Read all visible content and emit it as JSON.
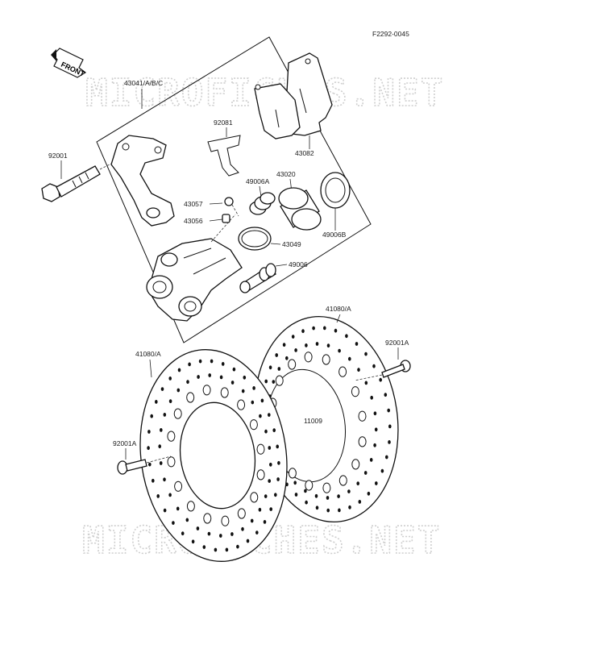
{
  "diagram": {
    "figure_code": "F2292-0045",
    "front_label": "FRONT",
    "watermarks": [
      "MICROFICHES.NET",
      "MICROFICHES.NET"
    ],
    "callouts": {
      "caliper_assy": "43041/A/B/C",
      "bolt": "92001",
      "spring": "92081",
      "pad_set": "43082",
      "bleeder": "43057",
      "bleeder_cap": "43056",
      "boot_a": "49006A",
      "piston": "43020",
      "seal_b": "49006B",
      "seal": "43049",
      "pin_boot": "49006",
      "disc_right": "41080/A",
      "disc_left": "41080/A",
      "screw_right": "92001A",
      "screw_left": "92001A",
      "spacer": "11009"
    }
  }
}
